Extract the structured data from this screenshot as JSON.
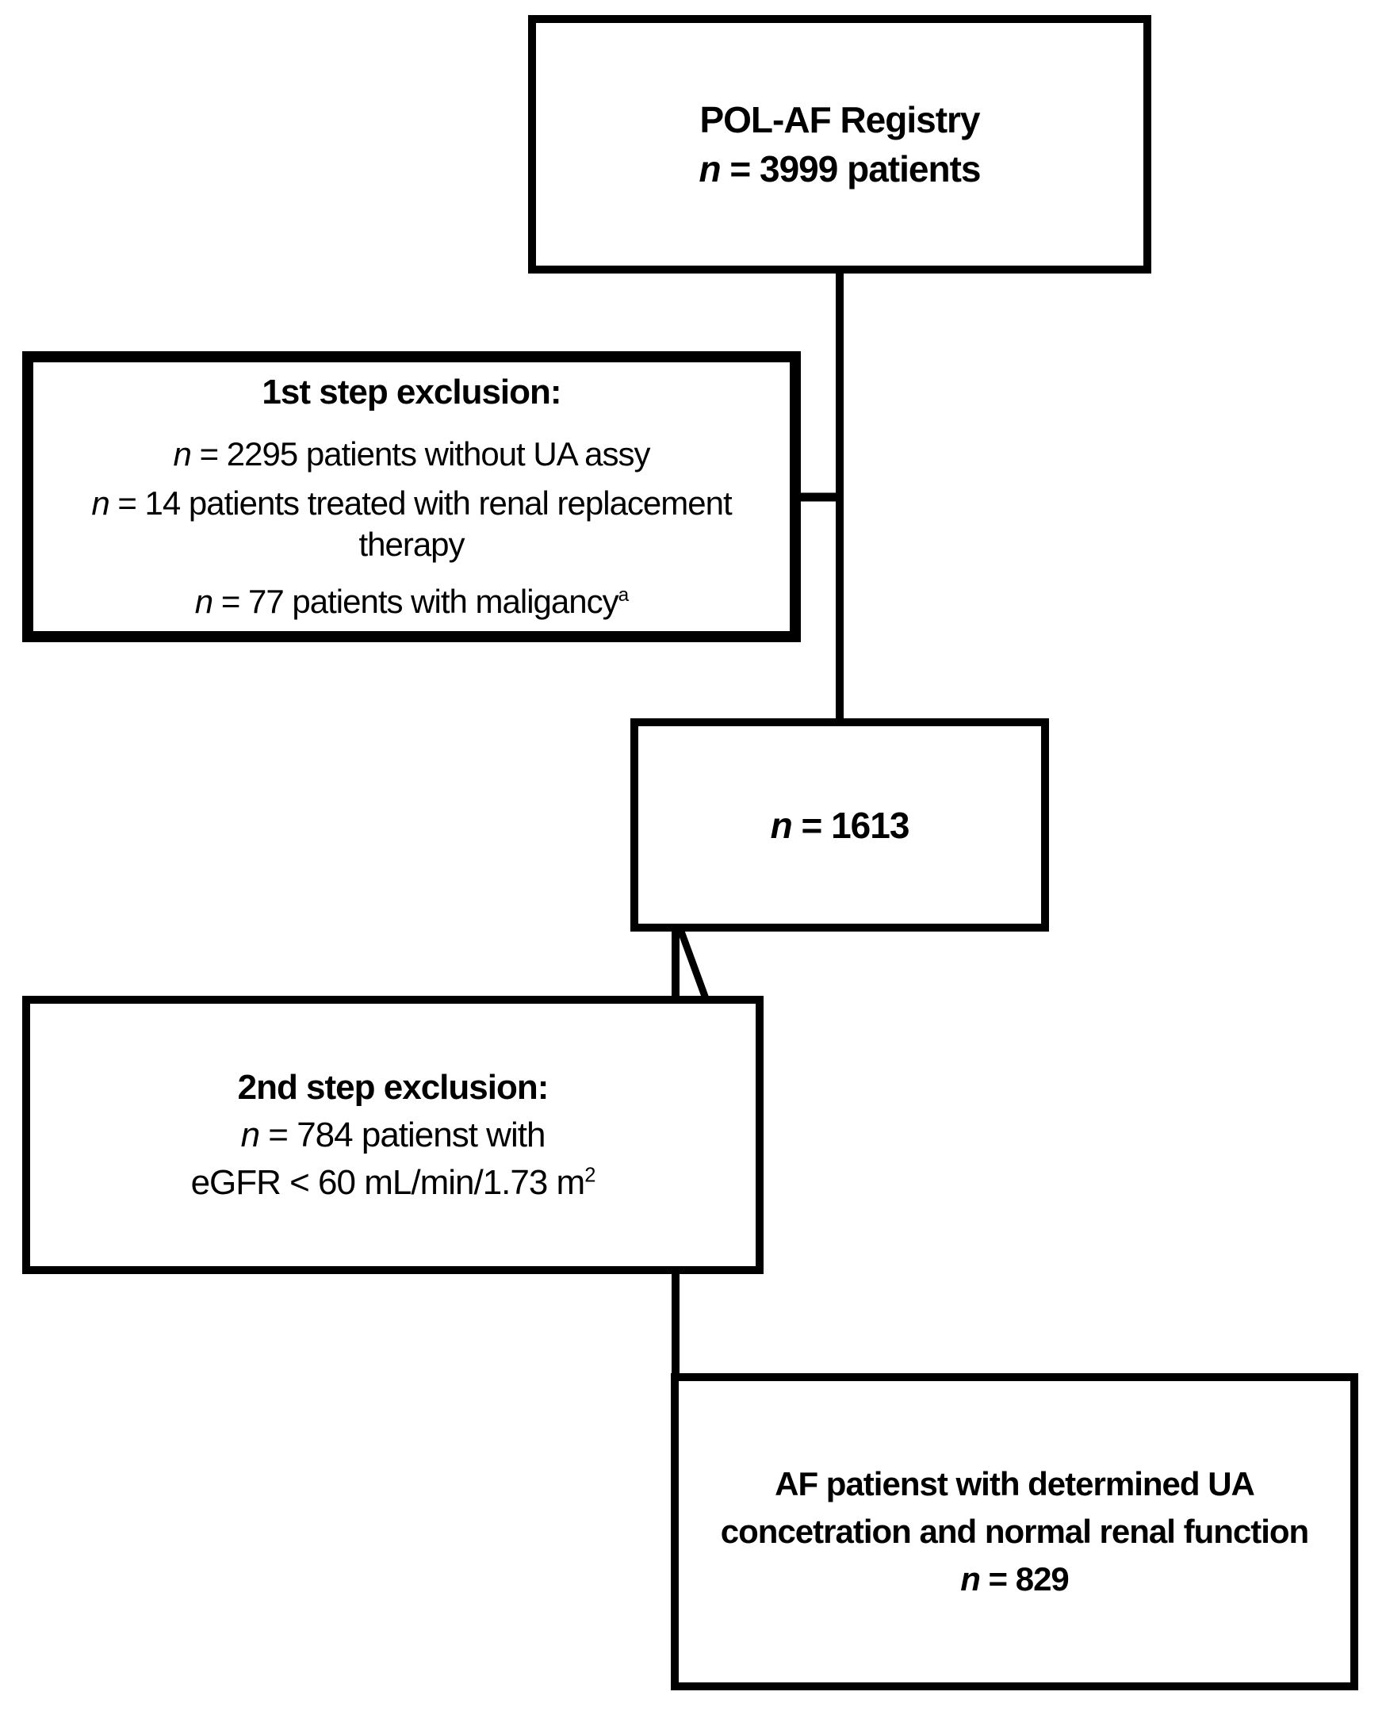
{
  "page": {
    "background": "#ffffff",
    "box_fill": "#ffffff",
    "box_border_color": "#000000",
    "connector_color": "#000000",
    "text_color": "#000000"
  },
  "registry": {
    "title": "POL-AF Registry",
    "n_italic": "n",
    "n_text": " = 3999 patients"
  },
  "exclusion1": {
    "heading": "1st step exclusion:",
    "row1": {
      "n_italic": "n",
      "text": " = 2295 patients without UA assy"
    },
    "row2": {
      "n_italic": "n",
      "text": " = 14 patients treated with renal replacement"
    },
    "row2_cont": "therapy",
    "row3": {
      "n_italic": "n",
      "text": " = 77 patients with maligancy",
      "superscript": "a"
    }
  },
  "interim": {
    "n_italic": "n",
    "text": " = 1613"
  },
  "exclusion2": {
    "heading": "2nd step exclusion:",
    "row1": {
      "n_italic": "n",
      "text": " = 784 patienst with"
    },
    "row2": {
      "text": "eGFR < 60 mL/min/1.73 m",
      "superscript": "2"
    }
  },
  "final": {
    "line1": "AF patienst with determined UA",
    "line2": "concetration and normal renal function",
    "n_italic": "n",
    "n_text": " = 829"
  }
}
